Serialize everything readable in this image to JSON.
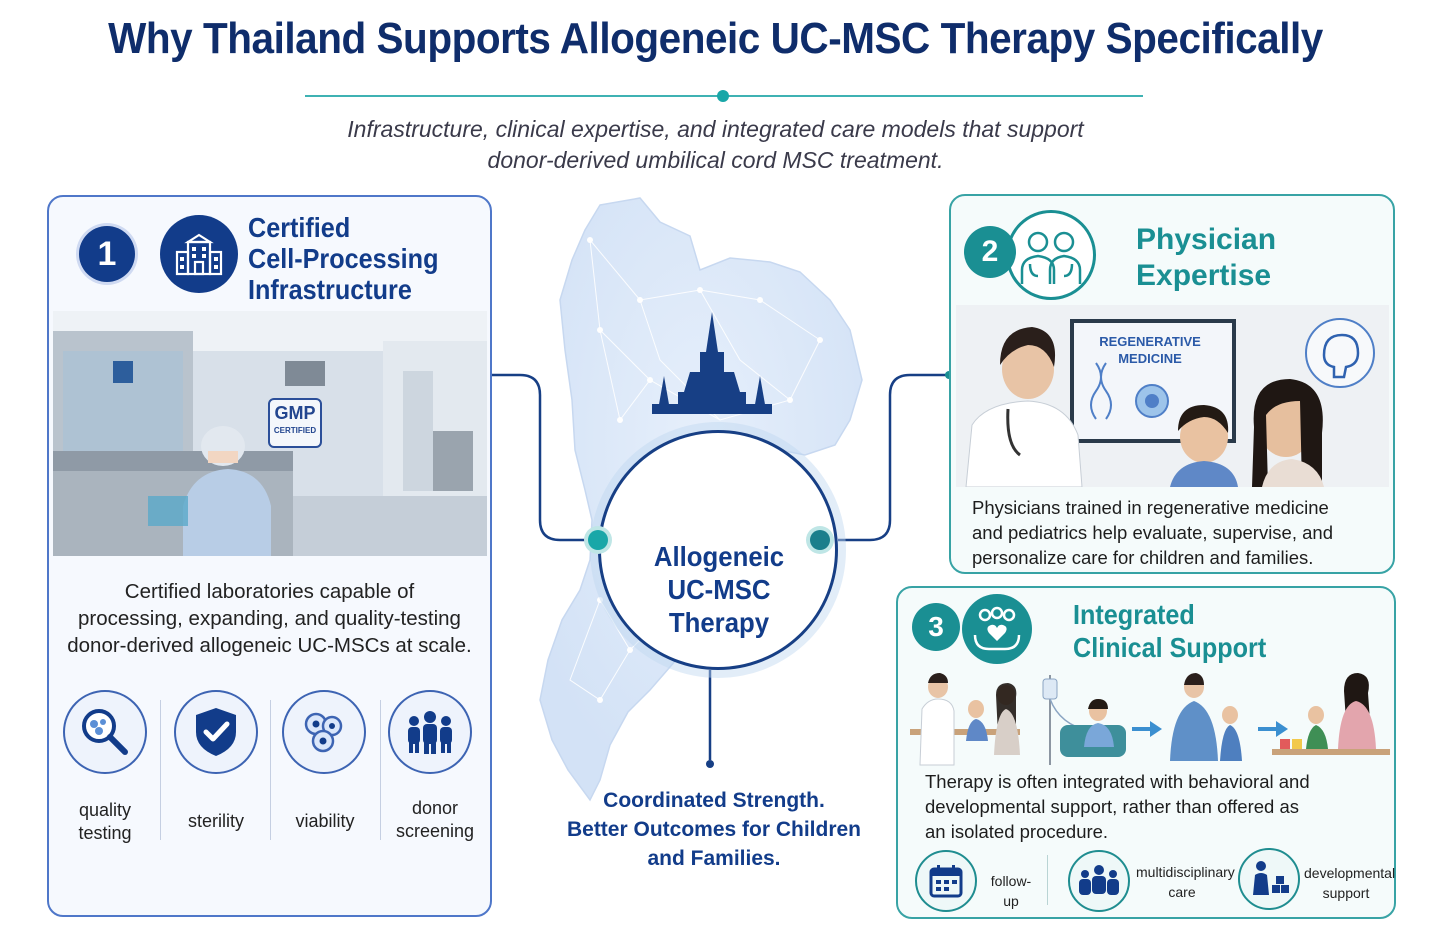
{
  "title": "Why Thailand Supports Allogeneic UC-MSC Therapy Specifically",
  "subtitle_line1": "Infrastructure, clinical expertise, and integrated care models that support",
  "subtitle_line2": "donor-derived umbilical cord MSC treatment.",
  "center": {
    "line1": "Allogeneic",
    "line2": "UC-MSC",
    "line3": "Therapy",
    "tagline_line1": "Coordinated Strength.",
    "tagline_line2": "Better Outcomes for Children",
    "tagline_line3": "and Families."
  },
  "panel1": {
    "number": "1",
    "heading_line1": "Certified",
    "heading_line2": "Cell-Processing",
    "heading_line3": "Infrastructure",
    "badge_line1": "GMP",
    "badge_line2": "CERTIFIED",
    "desc_line1": "Certified laboratories capable of",
    "desc_line2": "processing, expanding, and quality-testing",
    "desc_line3": "donor-derived allogeneic UC-MSCs at scale.",
    "features": [
      {
        "l1": "quality",
        "l2": "testing",
        "icon": "magnifier-cells-icon"
      },
      {
        "l1": "sterility",
        "l2": "",
        "icon": "shield-check-icon"
      },
      {
        "l1": "viability",
        "l2": "",
        "icon": "cells-icon"
      },
      {
        "l1": "donor",
        "l2": "screening",
        "icon": "people-group-icon"
      }
    ]
  },
  "panel2": {
    "number": "2",
    "heading_line1": "Physician",
    "heading_line2": "Expertise",
    "screen_line1": "REGENERATIVE",
    "screen_line2": "MEDICINE",
    "desc_line1": "Physicians trained in regenerative medicine",
    "desc_line2": "and pediatrics help evaluate, supervise, and",
    "desc_line3": "personalize care for children and families."
  },
  "panel3": {
    "number": "3",
    "heading_line1": "Integrated",
    "heading_line2": "Clinical Support",
    "desc_line1": "Therapy is often integrated with behavioral and",
    "desc_line2": "developmental support, rather than offered as",
    "desc_line3": "an isolated procedure.",
    "features": [
      {
        "l1": "follow-up",
        "l2": "",
        "icon": "calendar-icon"
      },
      {
        "l1": "multidisciplinary",
        "l2": "care",
        "icon": "team-icon"
      },
      {
        "l1": "developmental",
        "l2": "support",
        "icon": "child-blocks-icon"
      }
    ]
  },
  "colors": {
    "navy": "#123c8a",
    "teal": "#1a8f93",
    "accent": "#19a7a8"
  }
}
